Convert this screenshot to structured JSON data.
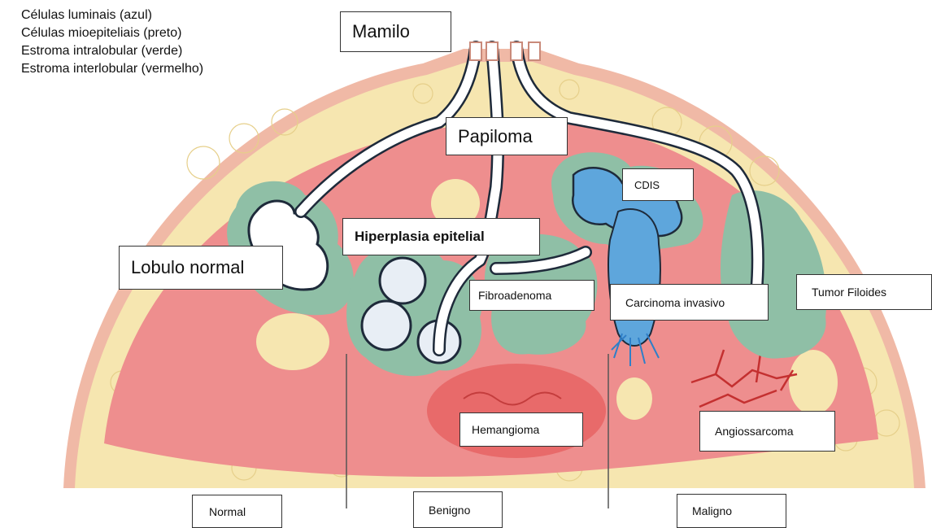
{
  "legend": {
    "luminal": "Células luminais (azul)",
    "myoepithelial": "Células mioepiteliais (preto)",
    "intralobular": "Estroma intralobular (verde)",
    "interlobular": "Estroma interlobular (vermelho)"
  },
  "labels": {
    "mamilo": "Mamilo",
    "papiloma": "Papiloma",
    "cdis": "CDIS",
    "hiperplasia": "Hiperplasia epitelial",
    "lobulo": "Lobulo normal",
    "fibroadenoma": "Fibroadenoma",
    "carcinoma": "Carcinoma invasivo",
    "filoides": "Tumor Filoides",
    "hemangioma": "Hemangioma",
    "angiossarcoma": "Angiossarcoma",
    "normal": "Normal",
    "benigno": "Benigno",
    "maligno": "Maligno"
  },
  "colors": {
    "fat": "#f6e6b0",
    "skin": "#f0b9a6",
    "stroma_red": "#ee8e8e",
    "stroma_green": "#8fbfa6",
    "luminal_blue": "#2f7fc8",
    "myoepithelial_black": "#1e2a3a"
  }
}
